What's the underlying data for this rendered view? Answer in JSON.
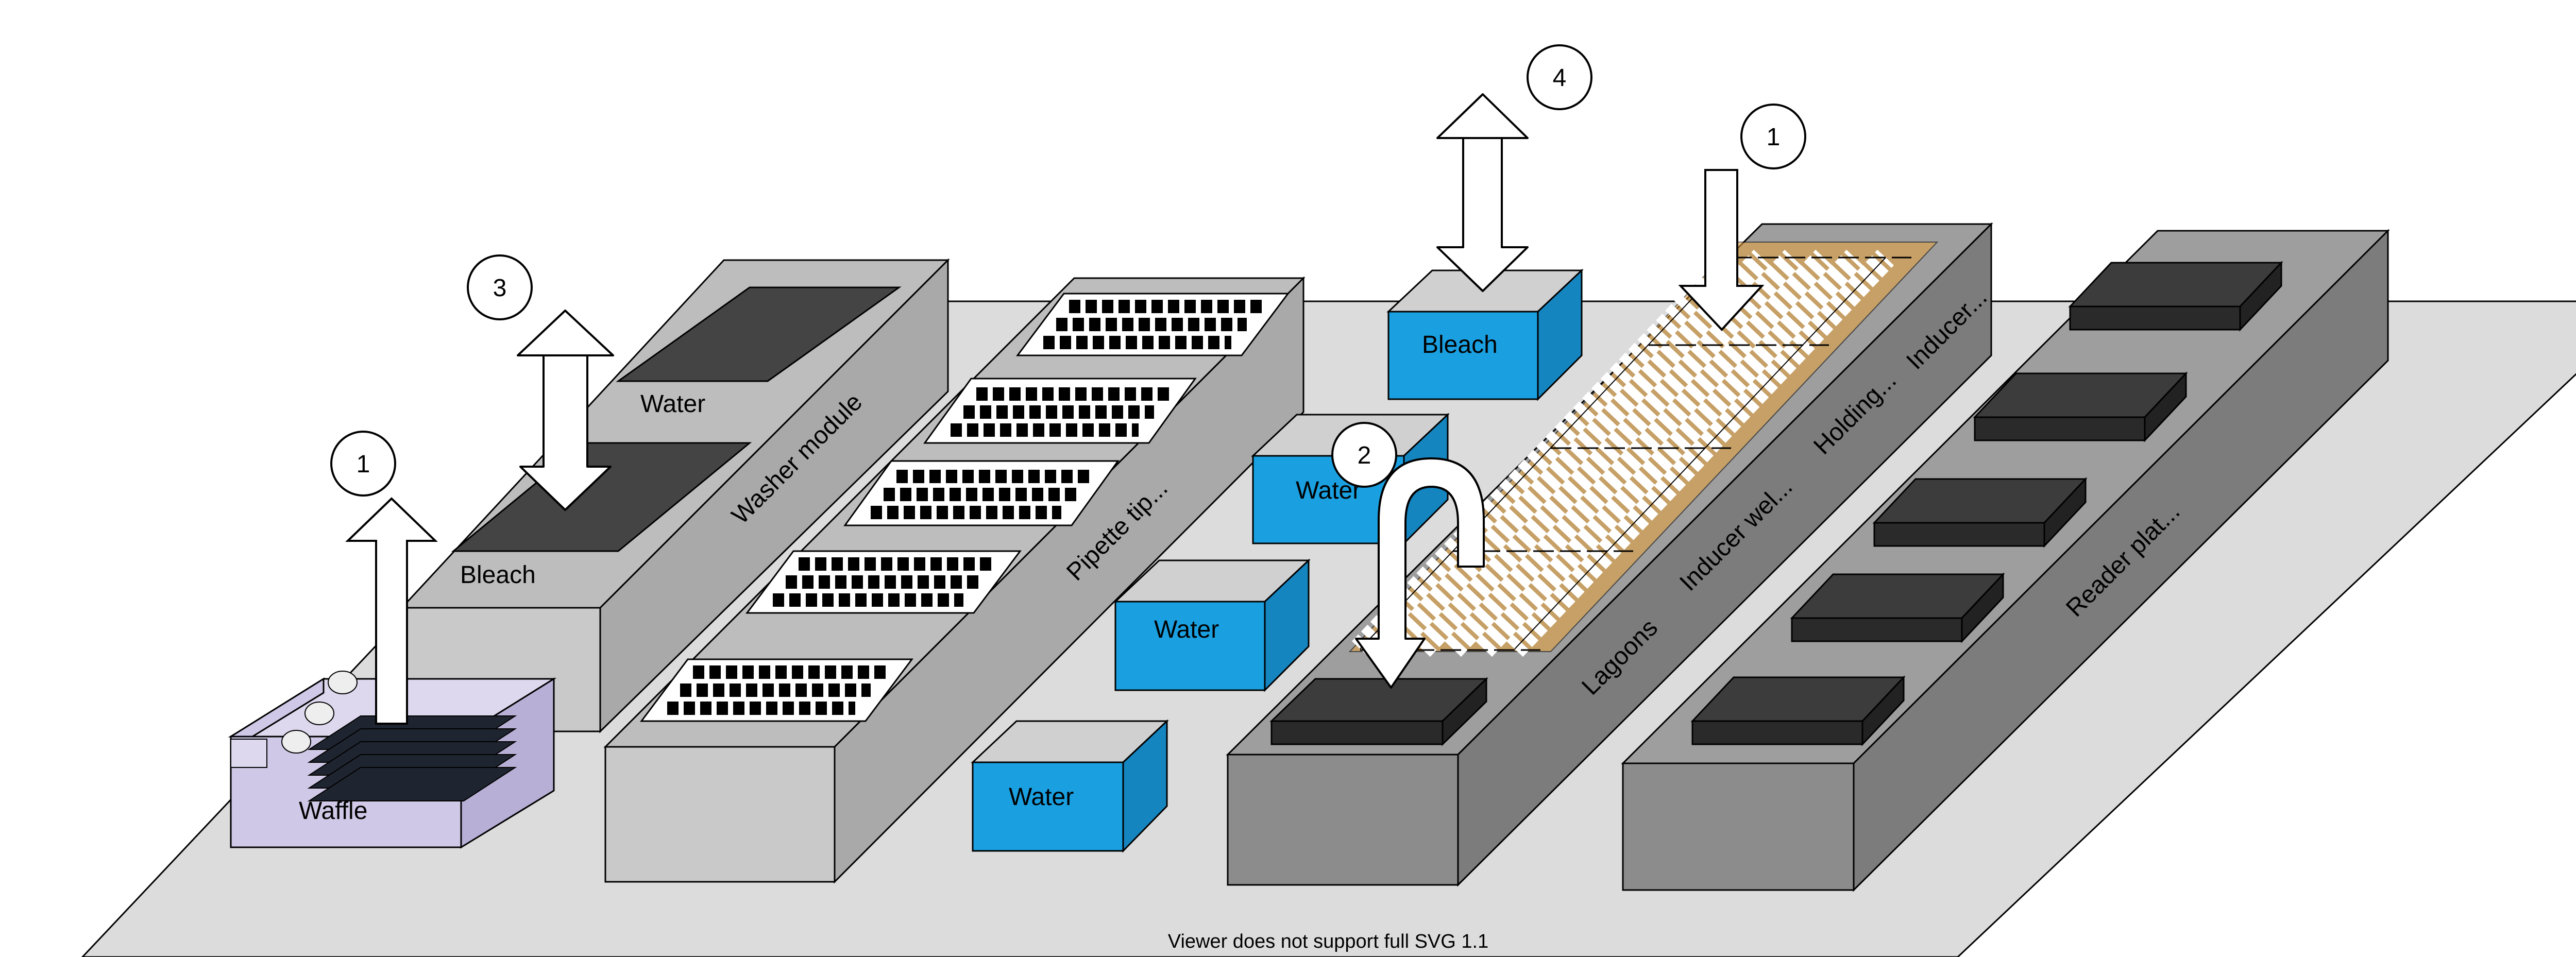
{
  "labels": {
    "waffle": "Waffle",
    "bleach_washer": "Bleach",
    "water_washer": "Water",
    "washer_module": "Washer module",
    "pipette_tips": "Pipette tip...",
    "bleach_box": "Bleach",
    "water_box_1": "Water",
    "water_box_2": "Water",
    "water_box_3": "Water",
    "lagoons": "Lagoons",
    "inducer_wells": "Inducer wel...",
    "holding": "Holding...",
    "inducer": "Inducer...",
    "reader_plates": "Reader plat..."
  },
  "steps": {
    "s1_left": "1",
    "s1_right": "1",
    "s2": "2",
    "s3": "3",
    "s4": "4"
  },
  "footer": "Viewer does not support full SVG 1.1",
  "colors": {
    "floor": "#dcdcdc",
    "water_blue": "#1aa0e0",
    "dark_plate": "#3c3c3c",
    "waffle_purple": "#cfc8e6",
    "tube_ring": "#e8a23a"
  }
}
